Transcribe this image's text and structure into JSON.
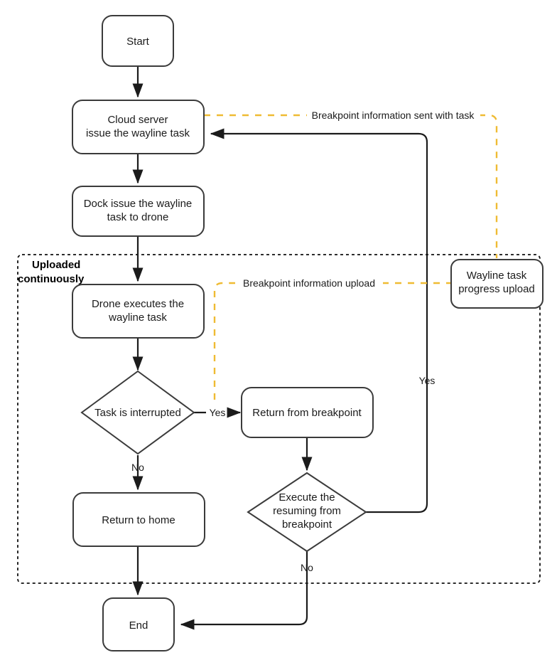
{
  "diagram": {
    "title": "Wayline task breakpoint resume flowchart",
    "colors": {
      "node_stroke": "#3b3b3b",
      "flow_line": "#1b1b1b",
      "dashed_accent": "#efbb33",
      "group_border": "#111111",
      "background": "#ffffff"
    },
    "group": {
      "label_line1": "Uploaded",
      "label_line2": "continuously"
    },
    "nodes": [
      {
        "id": "start",
        "shape": "rounded-rect",
        "text_lines": [
          "Start"
        ]
      },
      {
        "id": "cloud-server",
        "shape": "rounded-rect",
        "text_lines": [
          "Cloud server",
          "issue the wayline task"
        ]
      },
      {
        "id": "dock-issue",
        "shape": "rounded-rect",
        "text_lines": [
          "Dock issue the wayline",
          "task to drone"
        ]
      },
      {
        "id": "drone-exec",
        "shape": "rounded-rect",
        "text_lines": [
          "Drone executes the",
          "wayline task"
        ]
      },
      {
        "id": "task-interrupted",
        "shape": "diamond",
        "text_lines": [
          "Task is interrupted"
        ]
      },
      {
        "id": "return-breakpoint",
        "shape": "rounded-rect",
        "text_lines": [
          "Return from breakpoint"
        ]
      },
      {
        "id": "execute-resume",
        "shape": "diamond",
        "text_lines": [
          "Execute the",
          "resuming from",
          "breakpoint"
        ]
      },
      {
        "id": "return-home",
        "shape": "rounded-rect",
        "text_lines": [
          "Return to home"
        ]
      },
      {
        "id": "wayline-progress",
        "shape": "rounded-rect",
        "text_lines": [
          "Wayline task",
          "progress upload"
        ]
      },
      {
        "id": "end",
        "shape": "rounded-rect",
        "text_lines": [
          "End"
        ]
      }
    ],
    "edge_labels": {
      "interrupted_yes": "Yes",
      "interrupted_no": "No",
      "resume_yes": "Yes",
      "resume_no": "No",
      "breakpoint_sent": "Breakpoint information sent with task",
      "breakpoint_upload": "Breakpoint information upload"
    }
  }
}
